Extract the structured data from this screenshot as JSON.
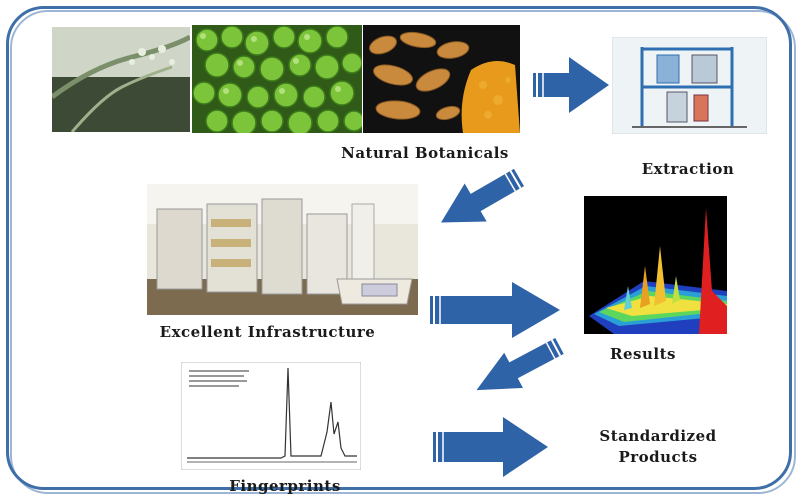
{
  "labels": {
    "natural_botanicals": "Natural Botanicals",
    "extraction": "Extraction",
    "excellent_infrastructure": "Excellent Infrastructure",
    "results": "Results",
    "fingerprints": "Fingerprints",
    "standardized_line1": "Standardized",
    "standardized_line2": "Products"
  },
  "colors": {
    "frame": "#3f6fa8",
    "arrow": "#2f63a8"
  }
}
